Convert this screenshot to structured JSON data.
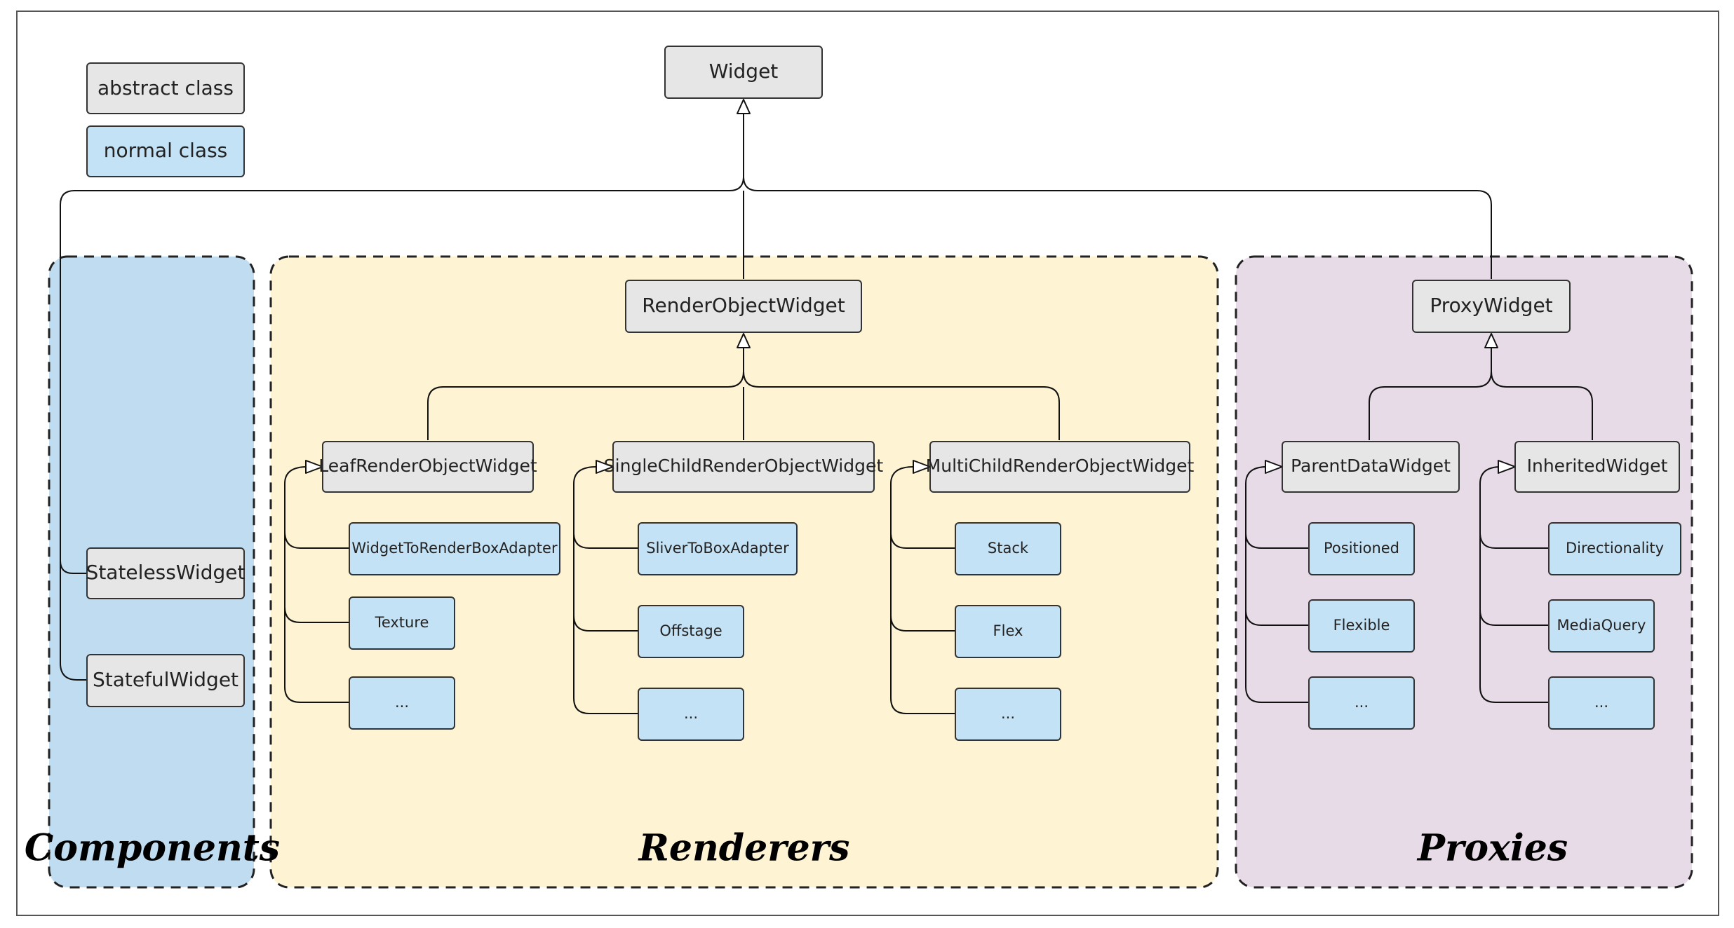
{
  "legend": {
    "abstract_label": "abstract class",
    "normal_label": "normal class"
  },
  "colors": {
    "abstract_fill": "#e6e6e6",
    "normal_fill": "#c3e2f5",
    "components_region": "#c0dcf0",
    "renderers_region": "#fef3d2",
    "proxies_region": "#e8dbe8"
  },
  "regions": {
    "components": "Components",
    "renderers": "Renderers",
    "proxies": "Proxies"
  },
  "classes": {
    "widget": "Widget",
    "stateless": "StatelessWidget",
    "stateful": "StatefulWidget",
    "render_object": "RenderObjectWidget",
    "leaf": "LeafRenderObjectWidget",
    "single_child": "SingleChildRenderObjectWidget",
    "multi_child": "MultiChildRenderObjectWidget",
    "proxy": "ProxyWidget",
    "parent_data": "ParentDataWidget",
    "inherited": "InheritedWidget"
  },
  "leaf_children": [
    "WidgetToRenderBoxAdapter",
    "Texture",
    "..."
  ],
  "single_children": [
    "SliverToBoxAdapter",
    "Offstage",
    "..."
  ],
  "multi_children": [
    "Stack",
    "Flex",
    "..."
  ],
  "parent_data_children": [
    "Positioned",
    "Flexible",
    "..."
  ],
  "inherited_children": [
    "Directionality",
    "MediaQuery",
    "..."
  ]
}
